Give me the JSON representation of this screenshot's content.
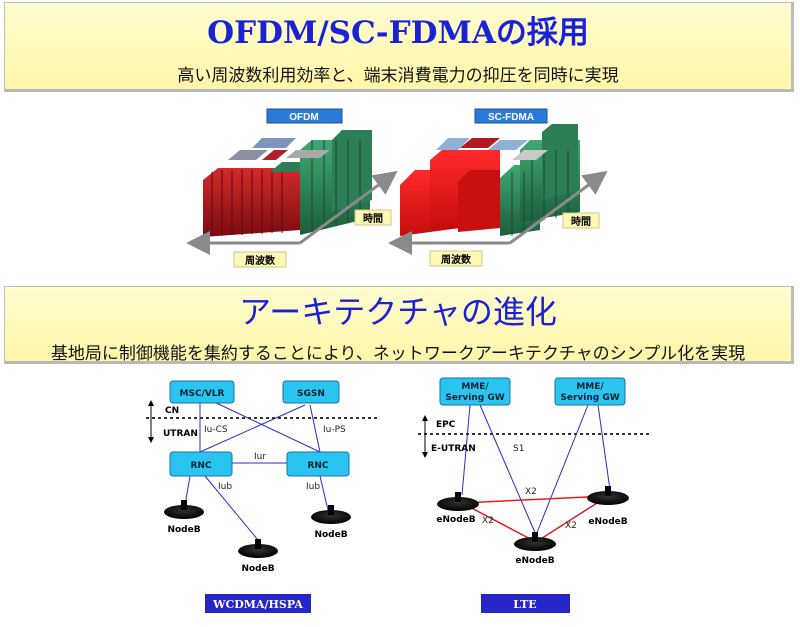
{
  "section1": {
    "title": "OFDM/SC-FDMAの採用",
    "subtitle": "高い周波数利用効率と、端末消費電力の抑圧を同時に実現",
    "ofdm": {
      "tag": "OFDM",
      "time_label": "時間",
      "freq_label": "周波数"
    },
    "scfdma": {
      "tag": "SC-FDMA",
      "time_label": "時間",
      "freq_label": "周波数"
    }
  },
  "section2": {
    "title": "アーキテクチャの進化",
    "subtitle": "基地局に制御機能を集約することにより、ネットワークアーキテクチャのシンプル化を実現"
  },
  "wcdma": {
    "caption": "WCDMA/HSPA",
    "msc": "MSC/VLR",
    "sgsn": "SGSN",
    "cn": "CN",
    "utran": "UTRAN",
    "iucs": "Iu-CS",
    "iups": "Iu-PS",
    "iur": "Iur",
    "iub_left": "Iub",
    "iub_right": "Iub",
    "rnc_left": "RNC",
    "rnc_right": "RNC",
    "nodeb_left": "NodeB",
    "nodeb_mid": "NodeB",
    "nodeb_right": "NodeB"
  },
  "lte": {
    "caption": "LTE",
    "mme_left_1": "MME/",
    "mme_left_2": "Serving GW",
    "mme_right_1": "MME/",
    "mme_right_2": "Serving GW",
    "epc": "EPC",
    "eutran": "E-UTRAN",
    "s1": "S1",
    "x2_top": "X2",
    "x2_left": "X2",
    "x2_right": "X2",
    "enb_left": "eNodeB",
    "enb_mid": "eNodeB",
    "enb_right": "eNodeB"
  },
  "colors": {
    "title_blue": "#1b22d6",
    "banner_yellow": "#fff6a8",
    "box_cyan": "#29c5f0",
    "caption_blue": "#2525c8",
    "ofdm_red": "#b3151b",
    "green": "#2f8f5e",
    "link_blue": "#2b2bd0",
    "link_red": "#e02020"
  }
}
